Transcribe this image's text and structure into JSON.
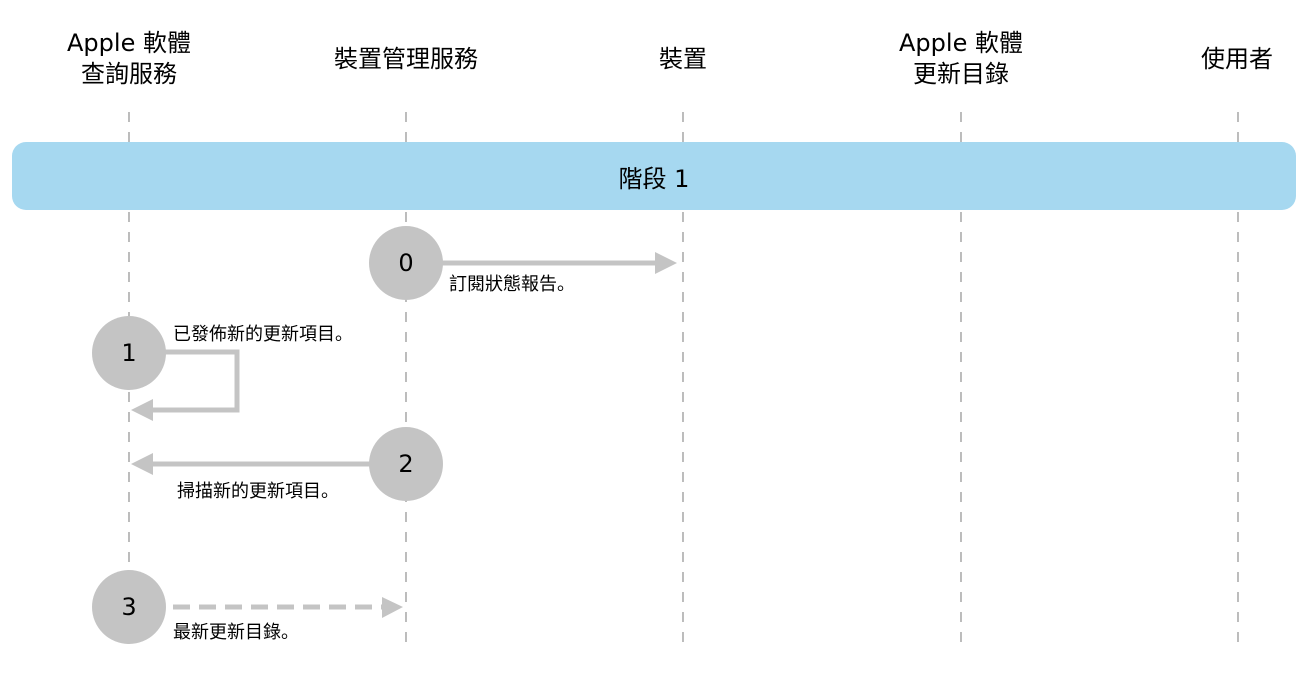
{
  "columns": [
    {
      "key": "apple-software-lookup",
      "lines": [
        "Apple 軟體",
        "查詢服務"
      ]
    },
    {
      "key": "device-management",
      "lines": [
        "裝置管理服務"
      ]
    },
    {
      "key": "device",
      "lines": [
        "裝置"
      ]
    },
    {
      "key": "apple-software-update-catalog",
      "lines": [
        "Apple 軟體",
        "更新目錄"
      ]
    },
    {
      "key": "user",
      "lines": [
        "使用者"
      ]
    }
  ],
  "phase": {
    "label": "階段 1"
  },
  "steps": [
    {
      "number": "0",
      "label": "訂閱狀態報告。"
    },
    {
      "number": "1",
      "label": "已發佈新的更新項目。"
    },
    {
      "number": "2",
      "label": "掃描新的更新項目。"
    },
    {
      "number": "3",
      "label": "最新更新目錄。"
    }
  ],
  "colors": {
    "phase_band": "#a6d8f0",
    "step_circle": "#c4c4c4",
    "arrow": "#c4c4c4",
    "lifeline": "#999999"
  }
}
